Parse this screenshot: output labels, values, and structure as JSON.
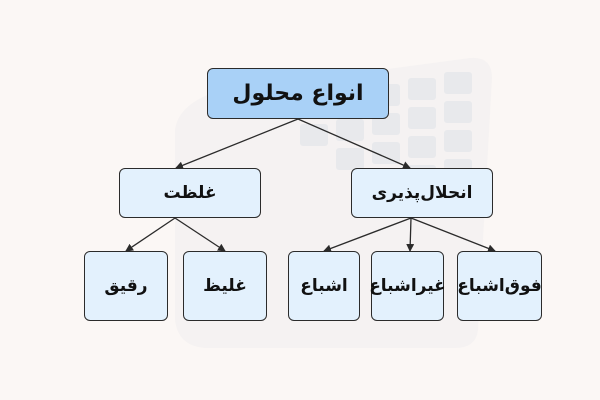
{
  "diagram": {
    "root": {
      "label": "انواع محلول"
    },
    "groups": [
      {
        "label": "غلظت",
        "children": [
          "رقیق",
          "غلیظ"
        ]
      },
      {
        "label": "انحلال‌پذیری",
        "children": [
          "اشباع",
          "غیراشباع",
          "فوق‌اشباع"
        ]
      }
    ]
  },
  "colors": {
    "background": "#fbf7f5",
    "root_fill": "#a9d1f7",
    "node_fill": "#e3f1fd",
    "stroke": "#2b2b2b"
  }
}
